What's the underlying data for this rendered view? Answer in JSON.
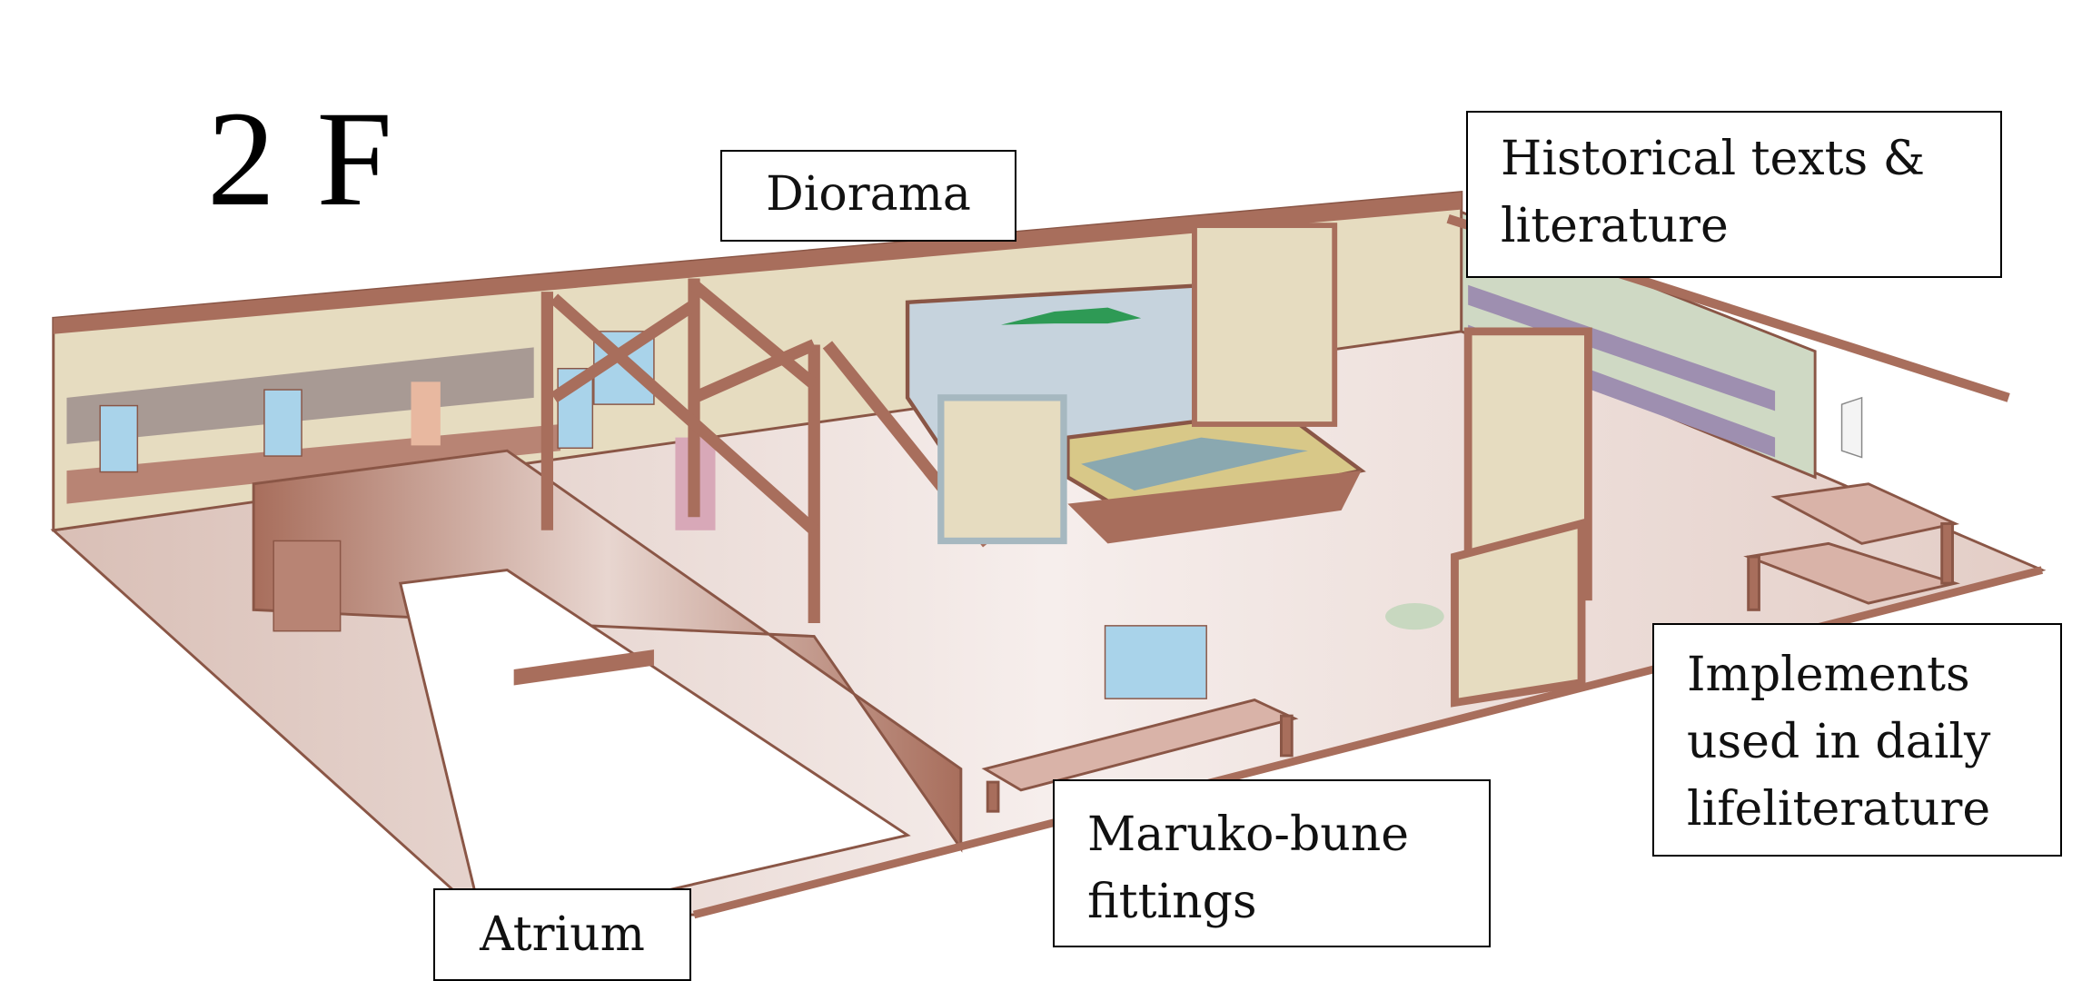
{
  "title": "2 F",
  "labels": {
    "diorama": "Diorama",
    "historical": "Historical texts & literature",
    "implements": "Implements used in daily lifeliterature",
    "maruko": "Maruko-bune fittings",
    "atrium": "Atrium"
  },
  "colors": {
    "wood": "#a86e5c",
    "wall": "#e6dcc0",
    "floor": "#ecdcd8",
    "glass": "#a9d3ea",
    "shelf": "#9e8fb0"
  }
}
